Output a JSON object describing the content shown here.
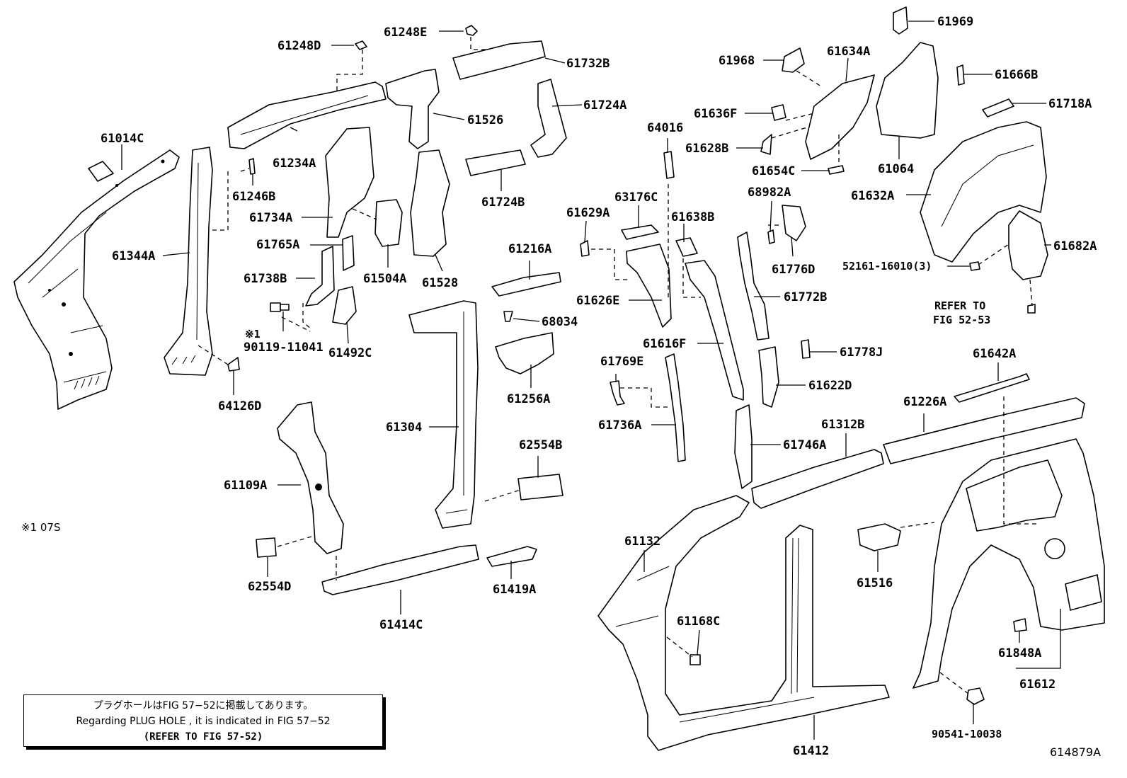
{
  "labels": {
    "p61248D": "61248D",
    "p61248E": "61248E",
    "p61732B": "61732B",
    "p61724A": "61724A",
    "p61526": "61526",
    "p61234A": "61234A",
    "p61014C": "61014C",
    "p61246B": "61246B",
    "p61734A": "61734A",
    "p61765A": "61765A",
    "p61738B": "61738B",
    "p61504A": "61504A",
    "p61528": "61528",
    "p61724B": "61724B",
    "p61344A": "61344A",
    "p90119_11041": "90119-11041",
    "p61492C": "61492C",
    "p64126D": "64126D",
    "p61216A": "61216A",
    "p68034": "68034",
    "p61256A": "61256A",
    "p61304": "61304",
    "p62554B": "62554B",
    "p61109A": "61109A",
    "p62554D": "62554D",
    "p61414C": "61414C",
    "p61419A": "61419A",
    "p61969": "61969",
    "p61968": "61968",
    "p61634A": "61634A",
    "p61666B": "61666B",
    "p61718A": "61718A",
    "p64016": "64016",
    "p61636F": "61636F",
    "p61628B": "61628B",
    "p61654C": "61654C",
    "p61064": "61064",
    "p61632A": "61632A",
    "p63176C": "63176C",
    "p61629A": "61629A",
    "p61638B": "61638B",
    "p68982A": "68982A",
    "p52161_16010": "52161-16010(3)",
    "p61682A": "61682A",
    "p61626E": "61626E",
    "p61776D": "61776D",
    "p61772B": "61772B",
    "p61616F": "61616F",
    "p61778J": "61778J",
    "p61769E": "61769E",
    "p61622D": "61622D",
    "p61736A": "61736A",
    "p61746A": "61746A",
    "p61642A": "61642A",
    "p61226A": "61226A",
    "p61312B": "61312B",
    "p61132": "61132",
    "p61168C": "61168C",
    "p61516": "61516",
    "p61848A": "61848A",
    "p61612": "61612",
    "p90541_10038": "90541-10038",
    "p61412": "61412"
  },
  "annotations": {
    "asterisk_mark": "※1",
    "refer_to_line1": "REFER TO",
    "refer_to_line2": "FIG 52-53",
    "footnote": "※1 07S",
    "figure_number": "614879A"
  },
  "note_box": {
    "line1": "プラグホールはFIG 57−52に掲載してあります。",
    "line2": "Regarding PLUG HOLE , it is indicated in FIG 57−52",
    "line3": "(REFER TO FIG 57-52)"
  }
}
